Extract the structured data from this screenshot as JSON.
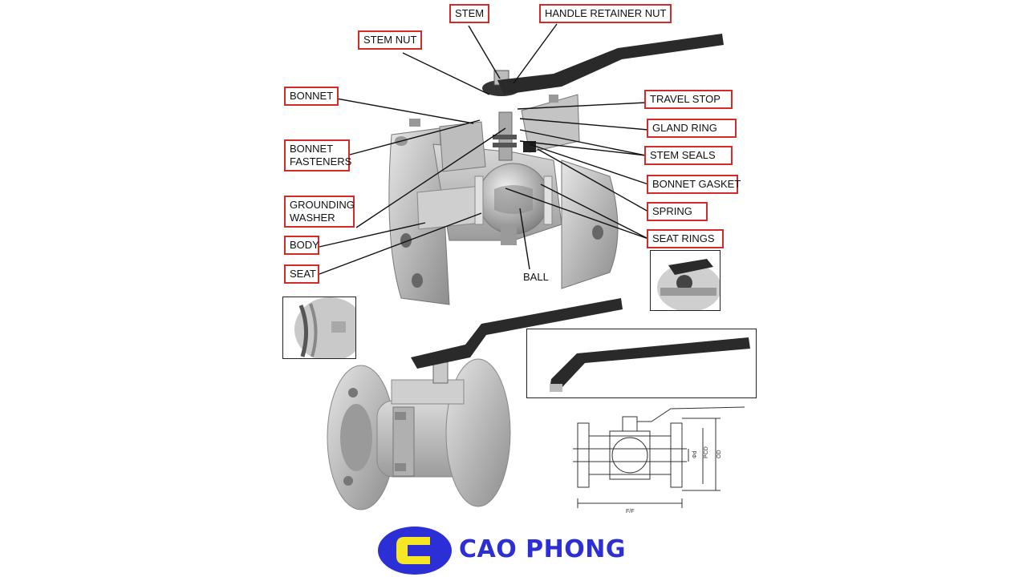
{
  "labels": {
    "stem": "STEM",
    "handle_retainer_nut": "HANDLE RETAINER NUT",
    "stem_nut": "STEM NUT",
    "bonnet": "BONNET",
    "travel_stop": "TRAVEL STOP",
    "gland_ring": "GLAND RING",
    "bonnet_fasteners": "BONNET FASTENERS",
    "stem_seals": "STEM SEALS",
    "bonnet_gasket": "BONNET GASKET",
    "grounding_washer": "GROUNDING WASHER",
    "spring": "SPRING",
    "body": "BODY",
    "seat_rings": "SEAT RINGS",
    "seat": "SEAT",
    "ball": "BALL"
  },
  "dimensions": {
    "face_to_face": "F/F",
    "pcd": "PCD",
    "od": "OD",
    "bore": "Φd"
  },
  "brand": {
    "name": "CAO PHONG",
    "mark": "C",
    "colors": {
      "blue": "#2d2fd6",
      "yellow": "#f5e626",
      "label_border": "#d42a2a"
    }
  }
}
